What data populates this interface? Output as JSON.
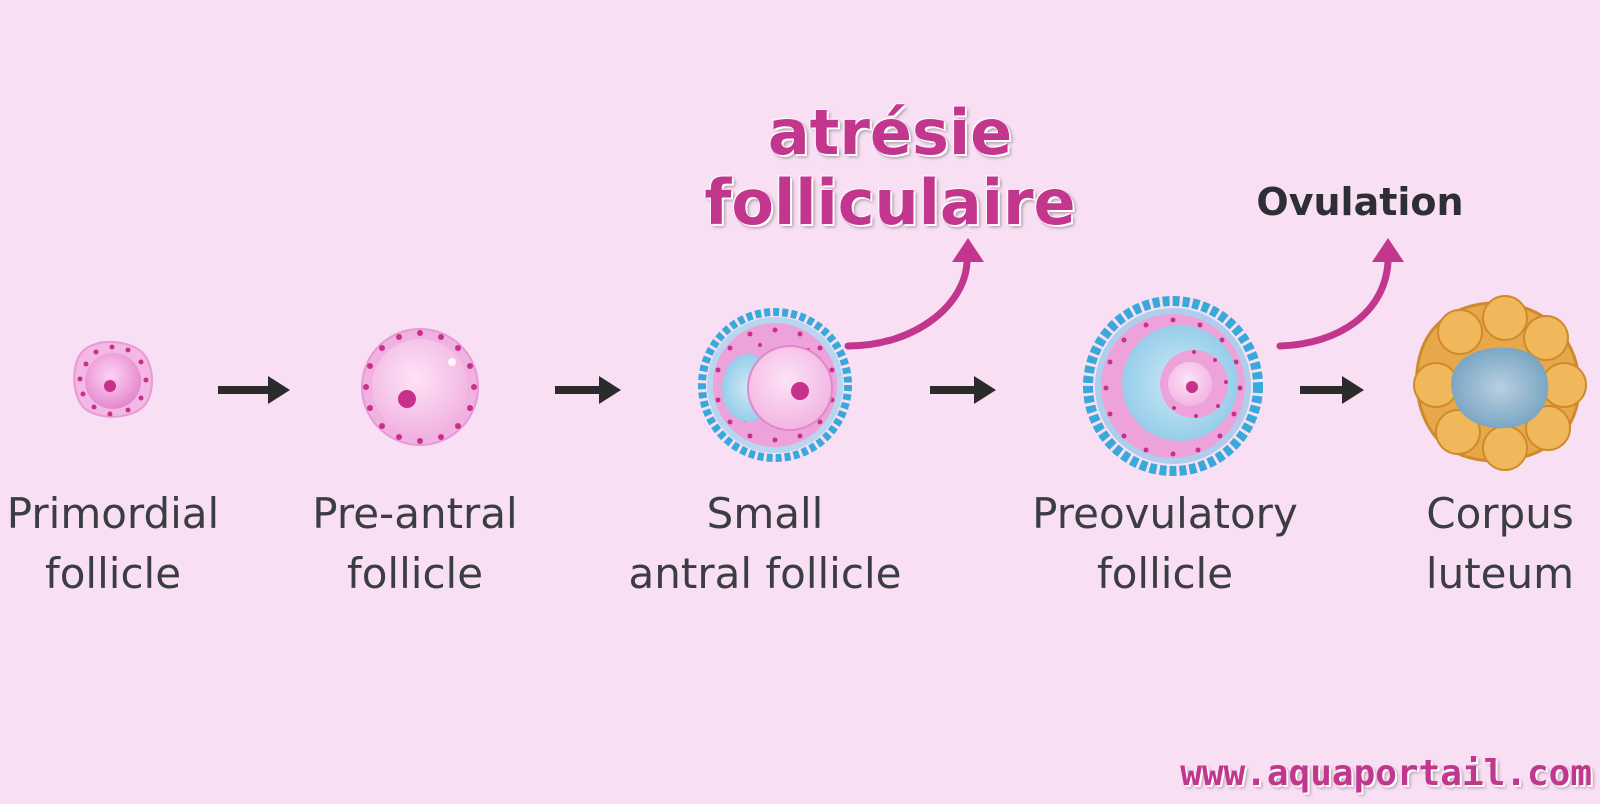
{
  "stages": [
    {
      "line1": "Primordial",
      "line2": "follicle"
    },
    {
      "line1": "Pre-antral",
      "line2": "follicle"
    },
    {
      "line1": "Small",
      "line2": "antral follicle"
    },
    {
      "line1": "Preovulatory",
      "line2": "follicle"
    },
    {
      "line1": "Corpus",
      "line2": "luteum"
    }
  ],
  "atresia": {
    "line1": "atrésie",
    "line2": "folliculaire"
  },
  "ovulation": "Ovulation",
  "watermark": "www.aquaportail.com",
  "colors": {
    "background": "#f8dff3",
    "accent": "#c2368e",
    "granulosa": "#ea9bd9",
    "theca": "#39a9dc",
    "antrum": "#9fd3ec",
    "corpus_luteum": "#e8a84a",
    "arrow": "#2b2b2b"
  }
}
